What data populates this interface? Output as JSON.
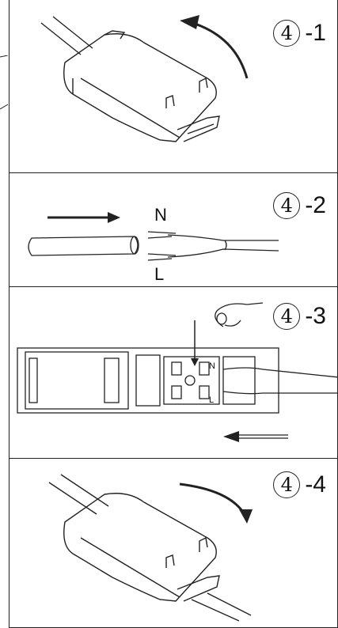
{
  "steps": [
    {
      "number": "4",
      "suffix": "-1"
    },
    {
      "number": "4",
      "suffix": "-2"
    },
    {
      "number": "4",
      "suffix": "-3"
    },
    {
      "number": "4",
      "suffix": "-4"
    }
  ],
  "wire_labels": {
    "neutral": "N",
    "live": "L"
  },
  "terminal_marks": {
    "top": "N",
    "bottom": "L"
  }
}
